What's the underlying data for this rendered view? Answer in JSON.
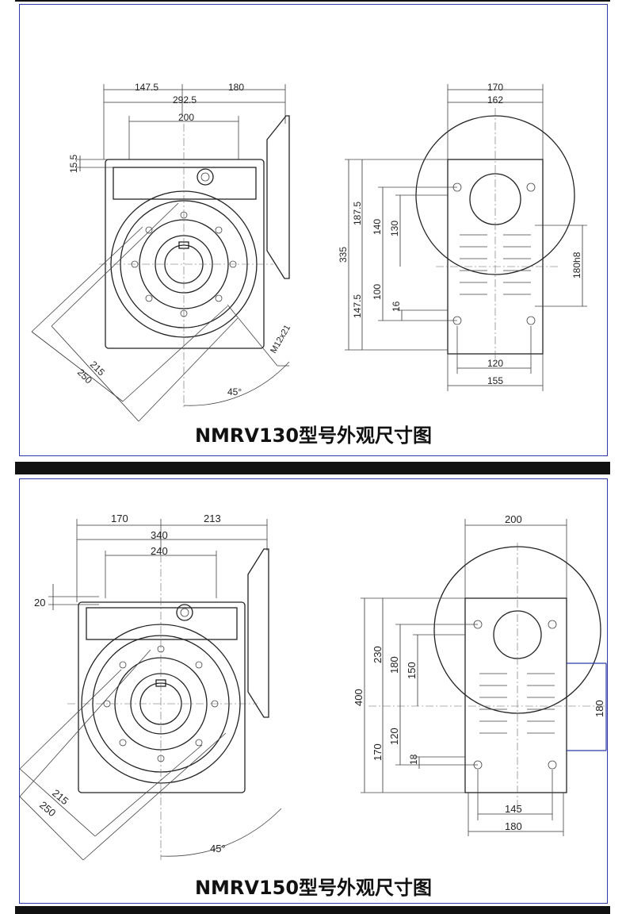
{
  "panels": [
    {
      "title": "NMRV130型号外观尺寸图",
      "dims": {
        "top_left": "147.5",
        "top_right": "180",
        "overall": "292.5",
        "inner": "200",
        "left_offset": "15.5",
        "diag_inner": "215",
        "diag_outer": "250",
        "bolt": "M12x21",
        "angle": "45°",
        "side_top": "170",
        "side_inner": "162",
        "height_total": "335",
        "height_upper": "187.5",
        "h140": "140",
        "h130": "130",
        "h100": "100",
        "h147": "147.5",
        "h16": "16",
        "bottom_inner": "120",
        "bottom_outer": "155",
        "shaft": "180h8"
      }
    },
    {
      "title": "NMRV150型号外观尺寸图",
      "dims": {
        "top_left": "170",
        "top_right": "213",
        "overall": "340",
        "inner": "240",
        "left_offset": "20",
        "diag_inner": "215",
        "diag_outer": "250",
        "angle": "45°",
        "side_top": "200",
        "height_total": "400",
        "h230": "230",
        "h180": "180",
        "h150": "150",
        "h120": "120",
        "h170": "170",
        "h18": "18",
        "bottom_inner": "145",
        "bottom_outer": "180",
        "shaft": "180"
      }
    }
  ]
}
